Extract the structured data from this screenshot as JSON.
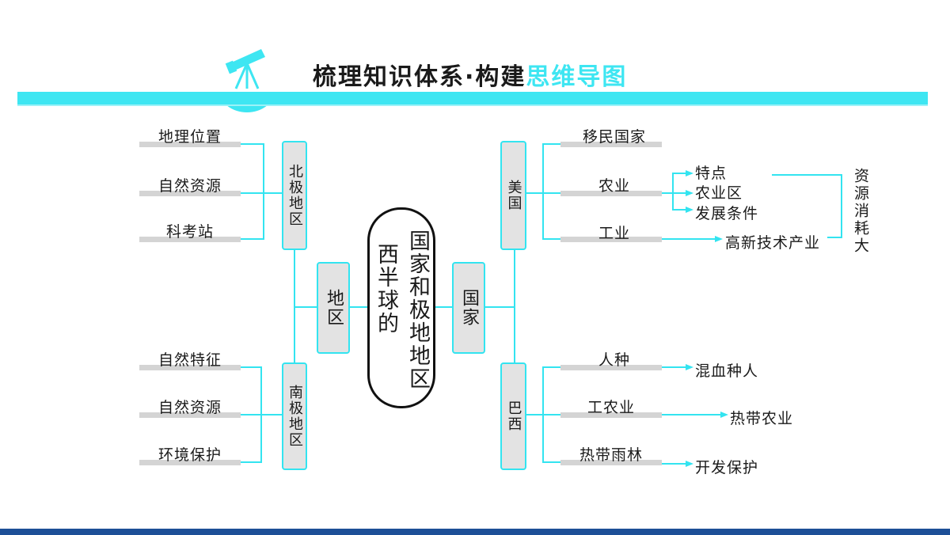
{
  "header": {
    "title_main": "梳理知识体系·构建",
    "title_highlight": "思维导图",
    "icon": "telescope-icon"
  },
  "diagram": {
    "center": {
      "line1": "国家和极地地区",
      "line2": "西半球的"
    },
    "left": {
      "label": "地区",
      "north": {
        "label": "北极地区",
        "items": [
          "地理位置",
          "自然资源",
          "科考站"
        ]
      },
      "south": {
        "label": "南极地区",
        "items": [
          "自然特征",
          "自然资源",
          "环境保护"
        ]
      }
    },
    "right": {
      "label": "国家",
      "usa": {
        "label": "美国",
        "items": [
          "移民国家",
          "农业",
          "工业"
        ],
        "agriculture_details": [
          "特点",
          "农业区",
          "发展条件"
        ],
        "industry_detail": "高新技术产业",
        "note": "资源消耗大"
      },
      "brazil": {
        "label": "巴西",
        "items": [
          "人种",
          "工农业",
          "热带雨林"
        ],
        "details": [
          "混血种人",
          "热带农业",
          "开发保护"
        ]
      }
    }
  },
  "colors": {
    "accent": "#33e4f0",
    "footer": "#1d4f97",
    "box_fill": "#e3e3e3"
  }
}
